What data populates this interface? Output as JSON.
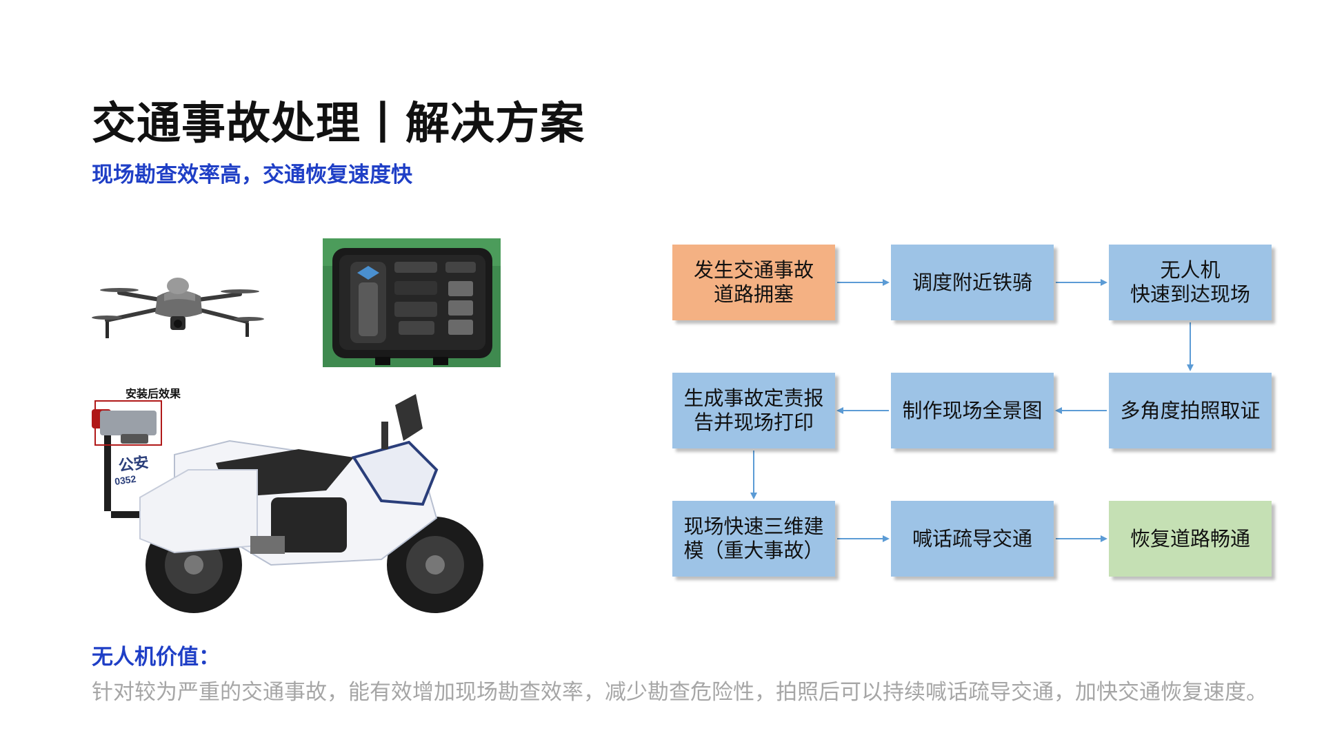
{
  "header": {
    "title": "交通事故处理丨解决方案",
    "subtitle": "现场勘查效率高，交通恢复速度快"
  },
  "photos": {
    "motorcycle_label": "安装后效果",
    "motorcycle_decal": "公安",
    "motorcycle_number": "0352"
  },
  "flowchart": {
    "steps": [
      {
        "text": "发生交通事故\n道路拥塞",
        "color": "#f4b183"
      },
      {
        "text": "调度附近铁骑",
        "color": "#9dc3e6"
      },
      {
        "text": "无人机\n快速到达现场",
        "color": "#9dc3e6"
      },
      {
        "text": "多角度拍照取证",
        "color": "#9dc3e6"
      },
      {
        "text": "制作现场全景图",
        "color": "#9dc3e6"
      },
      {
        "text": "生成事故定责报\n告并现场打印",
        "color": "#9dc3e6"
      },
      {
        "text": "现场快速三维建\n模（重大事故）",
        "color": "#9dc3e6"
      },
      {
        "text": "喊话疏导交通",
        "color": "#9dc3e6"
      },
      {
        "text": "恢复道路畅通",
        "color": "#c5e0b4"
      }
    ],
    "arrow_color": "#5b9bd5"
  },
  "value": {
    "heading": "无人机价值：",
    "body": "针对较为严重的交通事故，能有效增加现场勘查效率，减少勘查危险性，拍照后可以持续喊话疏导交通，加快交通恢复速度。"
  },
  "colors": {
    "accent": "#1f3fc6",
    "body_text": "#a6a6a6"
  },
  "icons": [
    "drone-icon",
    "drone-case-icon",
    "police-motorcycle-icon"
  ]
}
